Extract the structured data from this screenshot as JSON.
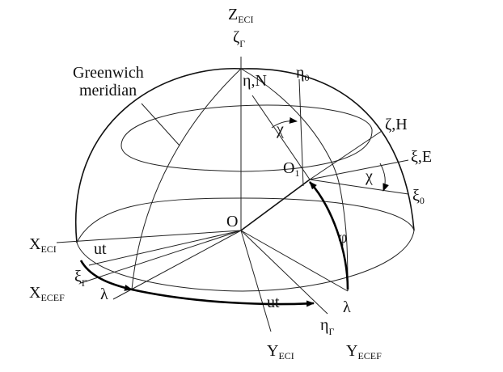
{
  "labels": {
    "z_eci": {
      "main": "Z",
      "sub": "ECI"
    },
    "zeta_g": {
      "main": "ζ",
      "sub": "Γ"
    },
    "greenwich": {
      "line1": "Greenwich",
      "line2": "meridian"
    },
    "eta_n": "η,N",
    "eta_0": {
      "main": "η",
      "sub": "0"
    },
    "chi_top": "χ",
    "zeta_h": "ζ,H",
    "xi_e": "ξ,E",
    "o1": {
      "main": "O",
      "sub": "1"
    },
    "chi_right": "χ",
    "xi_0": {
      "main": "ξ",
      "sub": "0"
    },
    "o": "O",
    "phi": "φ",
    "x_eci": {
      "main": "X",
      "sub": "ECI"
    },
    "ut_left": "ut",
    "xi_g": {
      "main": "ξ",
      "sub": "Γ"
    },
    "x_ecef": {
      "main": "X",
      "sub": "ECEF"
    },
    "lambda_left": "λ",
    "ut_bottom": "ut",
    "eta_g": {
      "main": "η",
      "sub": "Γ"
    },
    "lambda_right": "λ",
    "y_eci": {
      "main": "Y",
      "sub": "ECI"
    },
    "y_ecef": {
      "main": "Y",
      "sub": "ECEF"
    }
  }
}
